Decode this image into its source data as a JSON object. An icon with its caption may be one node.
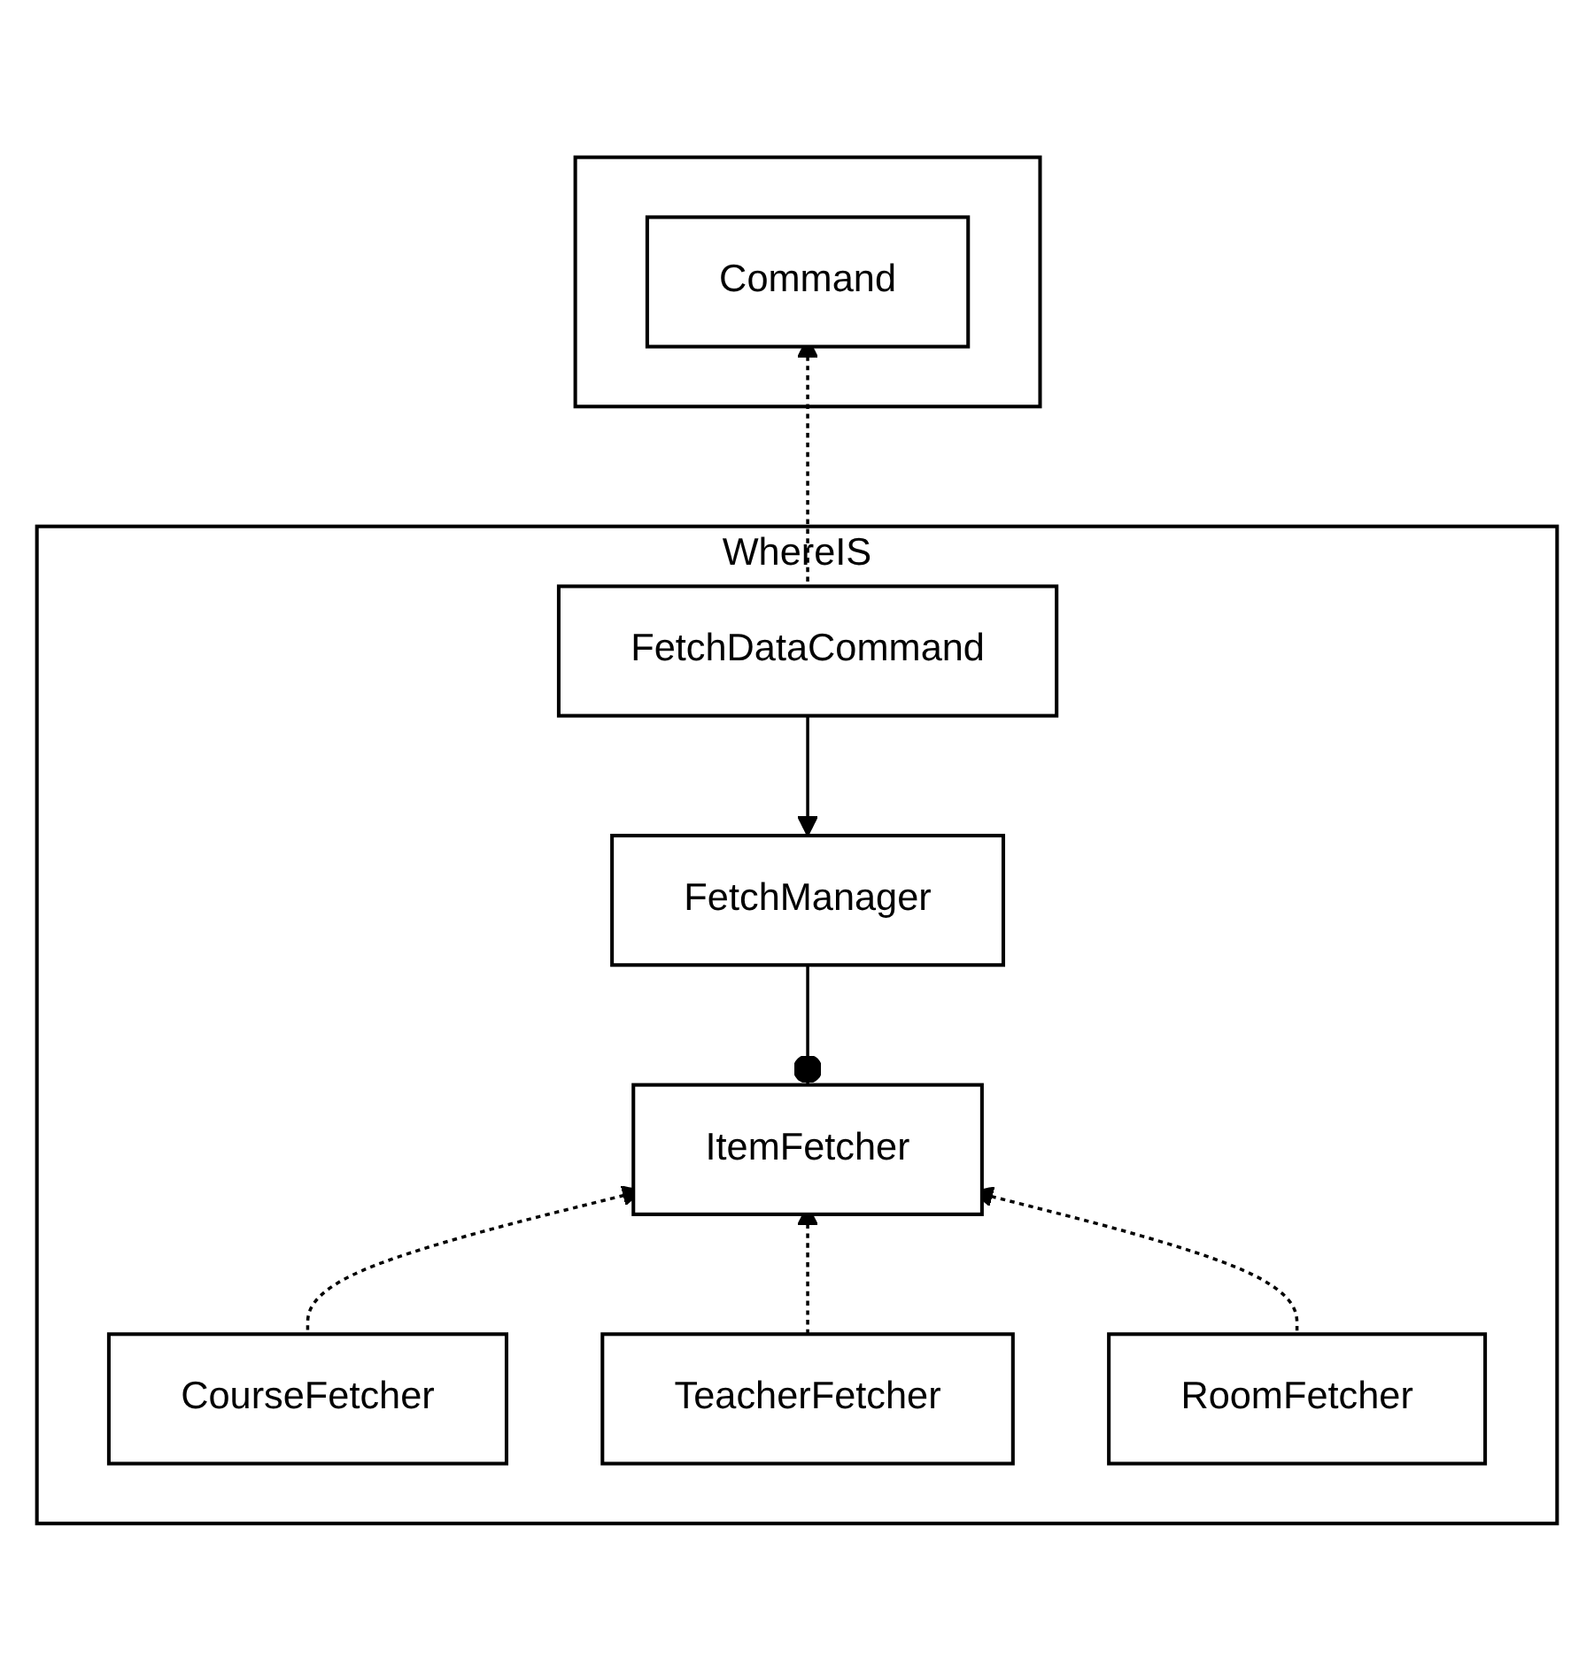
{
  "diagram": {
    "nodes": [
      {
        "text": [],
        "shape": "box"
      },
      {
        "text": [
          "Command"
        ],
        "in": 0
      },
      {
        "text": [
          "WhereIS"
        ]
      },
      {
        "text": [
          "FetchDataCommand"
        ],
        "in": 2
      },
      {
        "text": [
          "FetchManager"
        ],
        "in": 2
      },
      {
        "text": [
          "ItemFetcher"
        ],
        "in": 2
      },
      {
        "text": [
          "CourseFetcher"
        ],
        "in": 2
      },
      {
        "text": [
          "TeacherFetcher"
        ],
        "in": 2
      },
      {
        "text": [
          "RoomFetcher"
        ],
        "in": 2
      }
    ],
    "edges": [
      {
        "from": 3,
        "to": 1,
        "arrow": "to",
        "style": "dashed"
      },
      {
        "from": 3,
        "to": 4,
        "arrow": "to"
      },
      {
        "from": 4,
        "to": 5,
        "arrow": "other"
      },
      {
        "from": 6,
        "to": 5,
        "arrow": "to",
        "style": "dashed"
      },
      {
        "from": 7,
        "to": 5,
        "arrow": "to",
        "style": "dashed"
      },
      {
        "from": 8,
        "to": 5,
        "arrow": "to",
        "style": "dashed"
      }
    ]
  }
}
